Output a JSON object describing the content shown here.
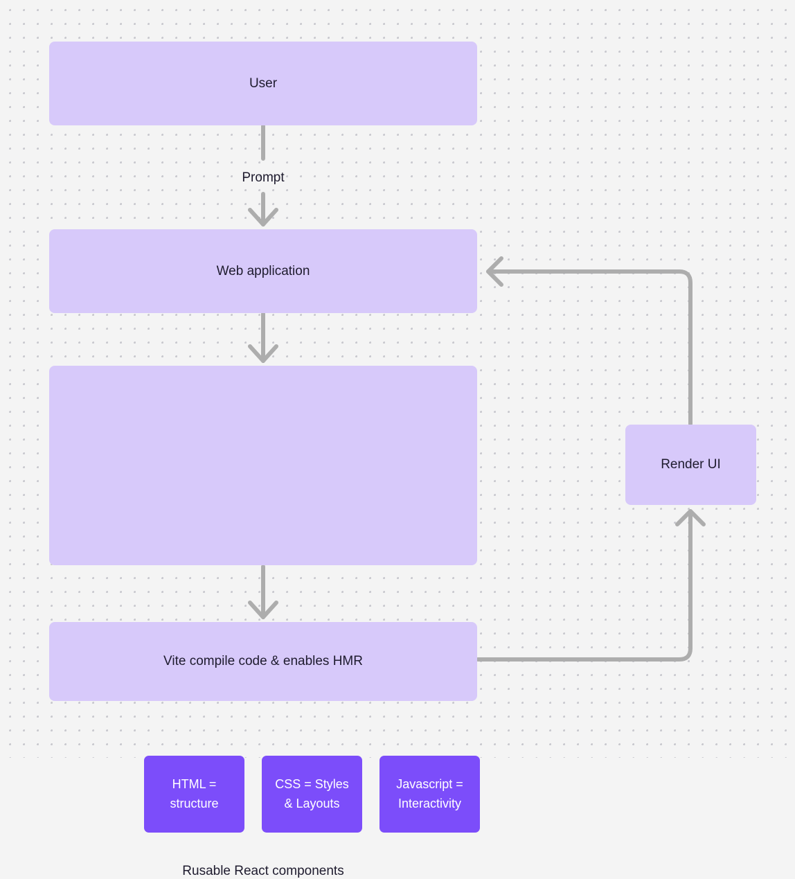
{
  "diagram": {
    "type": "flowchart",
    "title": "Web application rendering flow",
    "background_color": "#f4f4f4",
    "grid": "dot-grid",
    "node_fill": "#d7c9fa",
    "node_inner_fill": "#7c4dfa",
    "edge_color": "#adadad",
    "text_color": "#1e1b2e"
  },
  "nodes": {
    "user": {
      "label": "User"
    },
    "webapp": {
      "label": "Web application"
    },
    "components": {
      "caption": "Rusable React components",
      "items": [
        {
          "label": "HTML =\nstructure",
          "line1": "HTML =",
          "line2": "structure"
        },
        {
          "label": "CSS = Styles\n& Layouts",
          "line1": "CSS = Styles",
          "line2": "& Layouts"
        },
        {
          "label": "Javascript =\nInteractivity",
          "line1": "Javascript =",
          "line2": "Interactivity"
        }
      ]
    },
    "vite": {
      "label": "Vite compile code & enables HMR"
    },
    "render": {
      "label": "Render UI"
    }
  },
  "edges": [
    {
      "id": "user-to-webapp",
      "from": "user",
      "to": "webapp",
      "label": "Prompt",
      "direction": "down"
    },
    {
      "id": "webapp-to-components",
      "from": "webapp",
      "to": "components",
      "label": "",
      "direction": "down"
    },
    {
      "id": "components-to-vite",
      "from": "components",
      "to": "vite",
      "label": "",
      "direction": "down"
    },
    {
      "id": "vite-to-render",
      "from": "vite",
      "to": "render",
      "label": "",
      "direction": "up"
    },
    {
      "id": "render-to-webapp",
      "from": "render",
      "to": "webapp",
      "label": "",
      "direction": "left"
    }
  ]
}
